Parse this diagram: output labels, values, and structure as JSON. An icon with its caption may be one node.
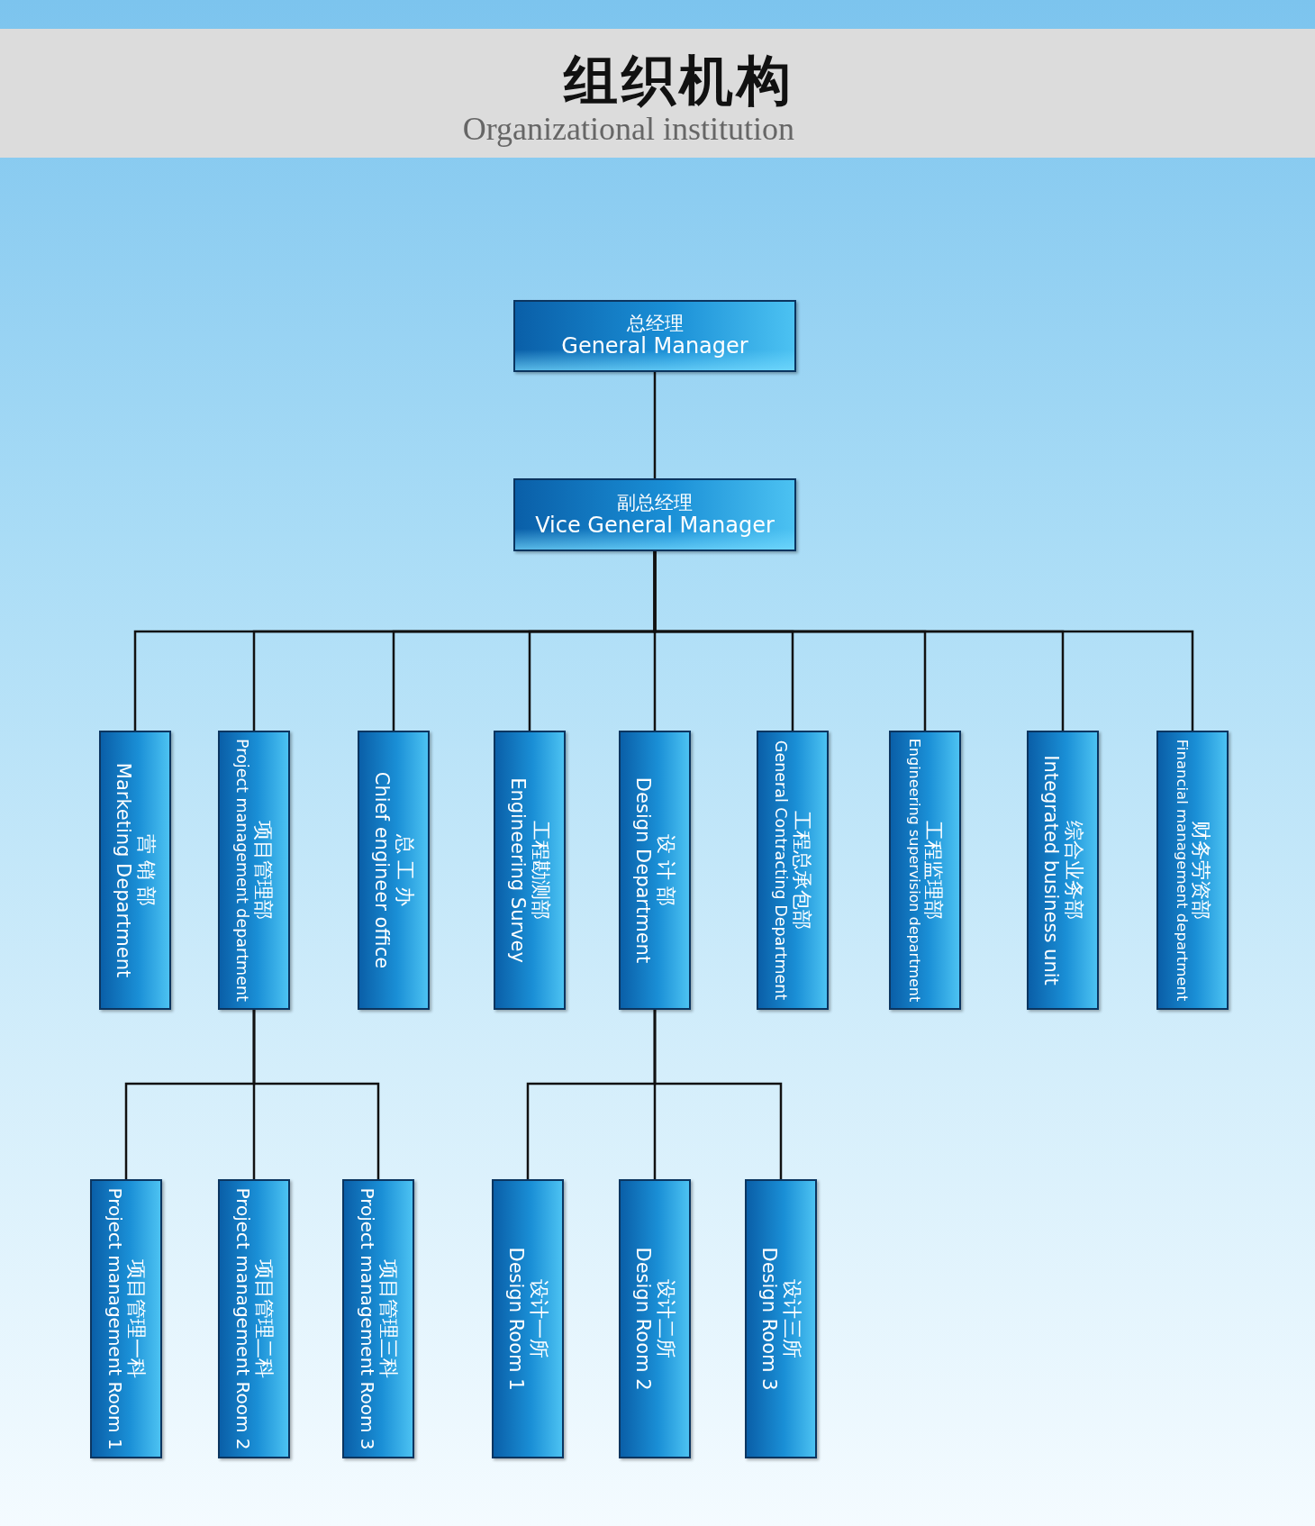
{
  "diagram": {
    "title": "组织机构",
    "caption": "Organizational institution",
    "nodes": [
      {
        "text": [
          "总经理",
          "General Manager"
        ]
      },
      {
        "text": [
          "副总经理",
          "Vice General Manager"
        ]
      },
      {
        "text": [
          "营 销 部",
          "Marketing Department"
        ]
      },
      {
        "text": [
          "项目管理部",
          "Project management department"
        ]
      },
      {
        "text": [
          "总 工 办",
          "Chief engineer office"
        ]
      },
      {
        "text": [
          "工程勘测部",
          "Engineering Survey"
        ]
      },
      {
        "text": [
          "设 计 部",
          "Design Department"
        ]
      },
      {
        "text": [
          "工程总承包部",
          "General Contracting Department"
        ]
      },
      {
        "text": [
          "工程监理部",
          "Engineering supervision department"
        ]
      },
      {
        "text": [
          "综合业务部",
          "Integrated business unit"
        ]
      },
      {
        "text": [
          "财务劳资部",
          "Financial management department"
        ]
      },
      {
        "text": [
          "项目管理一科",
          "Project management Room 1"
        ]
      },
      {
        "text": [
          "项目管理二科",
          "Project management Room 2"
        ]
      },
      {
        "text": [
          "项目管理三科",
          "Project management Room 3"
        ]
      },
      {
        "text": [
          "设计一所",
          "Design Room 1"
        ]
      },
      {
        "text": [
          "设计二所",
          "Design Room 2"
        ]
      },
      {
        "text": [
          "设计三所",
          "Design Room 3"
        ]
      }
    ],
    "edges": [
      {
        "from": 0,
        "to": 1,
        "arrow": "none"
      },
      {
        "from": 1,
        "to": 2,
        "arrow": "none"
      },
      {
        "from": 1,
        "to": 3,
        "arrow": "none"
      },
      {
        "from": 1,
        "to": 4,
        "arrow": "none"
      },
      {
        "from": 1,
        "to": 5,
        "arrow": "none"
      },
      {
        "from": 1,
        "to": 6,
        "arrow": "none"
      },
      {
        "from": 1,
        "to": 7,
        "arrow": "none"
      },
      {
        "from": 1,
        "to": 8,
        "arrow": "none"
      },
      {
        "from": 1,
        "to": 9,
        "arrow": "none"
      },
      {
        "from": 1,
        "to": 10,
        "arrow": "none"
      },
      {
        "from": 3,
        "to": 11,
        "arrow": "none"
      },
      {
        "from": 3,
        "to": 12,
        "arrow": "none"
      },
      {
        "from": 3,
        "to": 13,
        "arrow": "none"
      },
      {
        "from": 6,
        "to": 14,
        "arrow": "none"
      },
      {
        "from": 6,
        "to": 15,
        "arrow": "none"
      },
      {
        "from": 6,
        "to": 16,
        "arrow": "none"
      }
    ]
  }
}
